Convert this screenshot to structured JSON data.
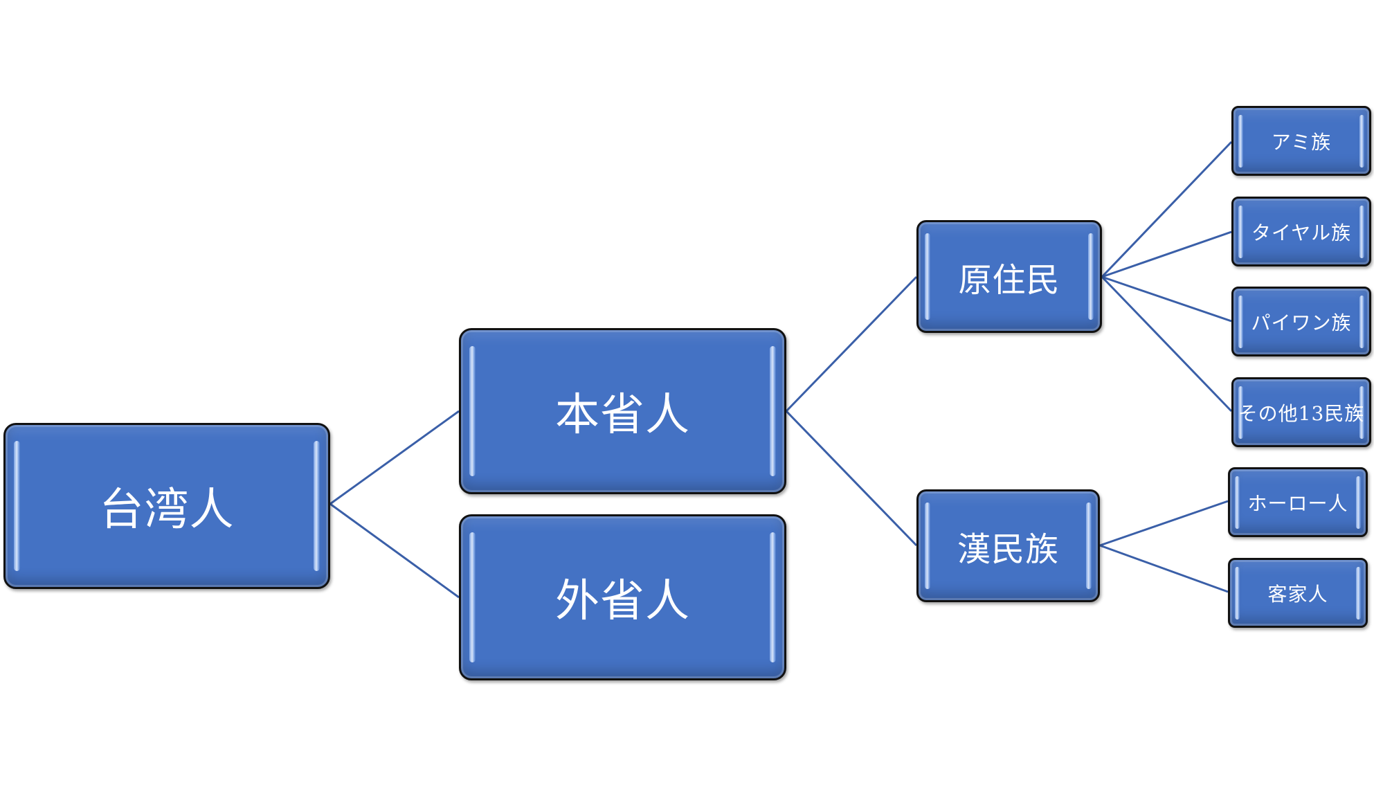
{
  "diagram": {
    "root": {
      "label": "台湾人"
    },
    "level1": [
      {
        "label": "本省人"
      },
      {
        "label": "外省人"
      }
    ],
    "level2": [
      {
        "label": "原住民"
      },
      {
        "label": "漢民族"
      }
    ],
    "indigenous_groups": [
      {
        "label": "アミ族"
      },
      {
        "label": "タイヤル族"
      },
      {
        "label": "パイワン族"
      },
      {
        "label": "その他13民族"
      }
    ],
    "han_groups": [
      {
        "label": "ホーロー人"
      },
      {
        "label": "客家人"
      }
    ],
    "colors": {
      "node_fill": "#4472c4",
      "node_border": "#111111",
      "connector": "#3a5fa8",
      "text": "#ffffff"
    }
  }
}
